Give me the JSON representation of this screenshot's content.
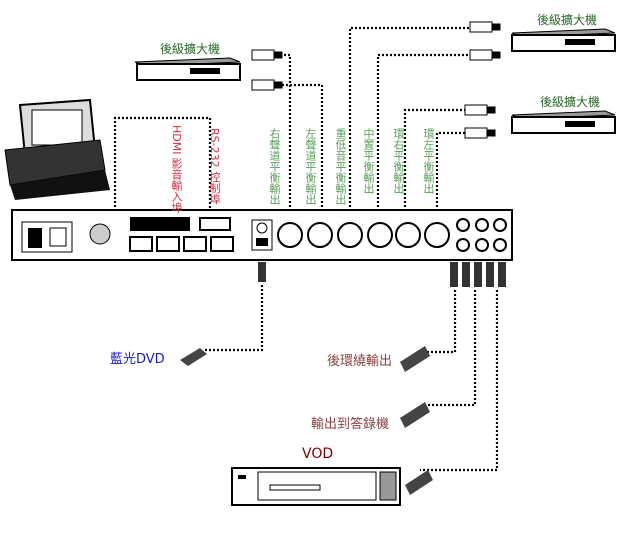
{
  "amplifiers": [
    {
      "label": "後級擴大機"
    },
    {
      "label": "後級擴大機"
    },
    {
      "label": "後級擴大機"
    }
  ],
  "inputs": {
    "hdmi": "HDMI 影音輸入埠",
    "rs232": "RS-232 控制埠"
  },
  "balanced_outputs": [
    "右聲道平衡輸出",
    "左聲道平衡輸出",
    "重低音平衡輸出",
    "中置平衡輸出",
    "環右平衡輸出",
    "環左平衡輸出"
  ],
  "sources": {
    "bluray": "藍光DVD",
    "rear_surround": "後環繞輸出",
    "recorder": "輸出到答錄機",
    "vod": "VOD"
  },
  "colors": {
    "amp_label": "#2a6a2a",
    "output_label": "#5aa05a",
    "input_label": "#d03040",
    "bluray": "#1a1ad0",
    "source_label": "#8a4040",
    "vod": "#7a0000"
  }
}
